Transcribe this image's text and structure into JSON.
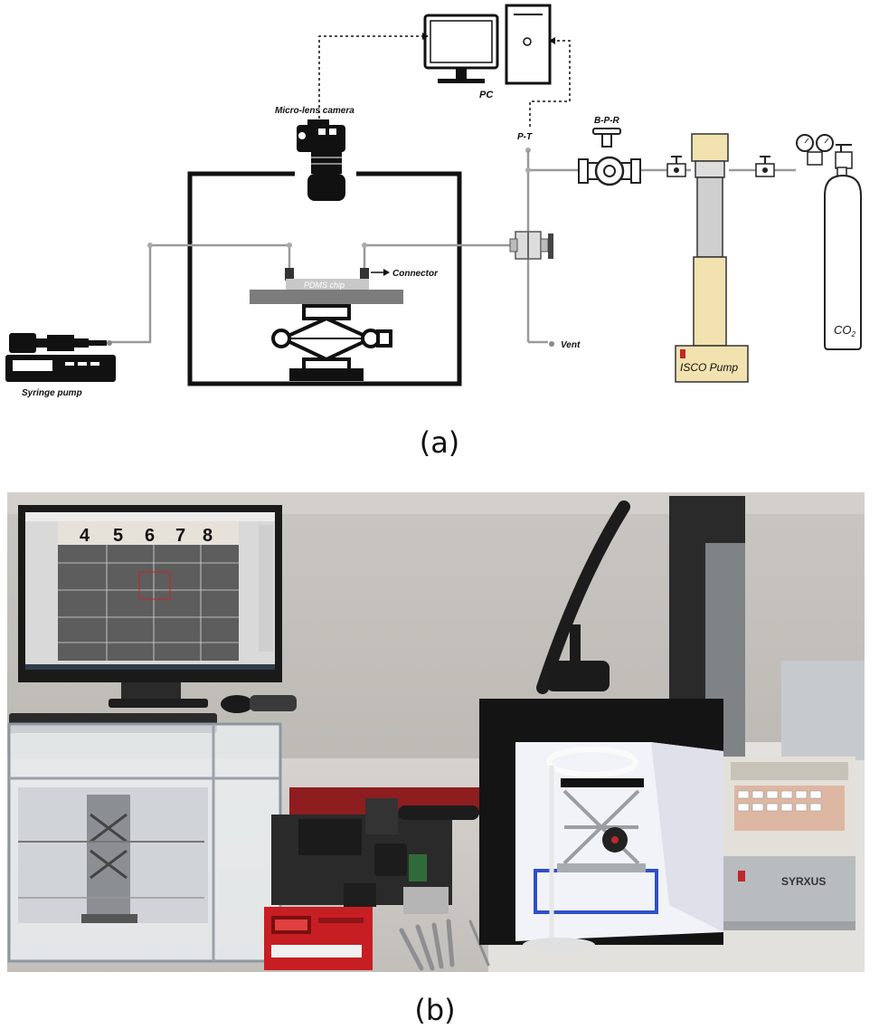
{
  "panel_a": {
    "labels": {
      "pc": "PC",
      "camera": "Micro-lens camera",
      "pt": "P-T",
      "bpr": "B-P-R",
      "connector": "Connector",
      "chip": "PDMS chip",
      "vent": "Vent",
      "syringe": "Syringe pump",
      "isco": "ISCO Pump",
      "co2_base": "CO",
      "co2_sub": "2"
    },
    "caption": "(a)"
  },
  "panel_b": {
    "monitor_ruler": [
      "4",
      "5",
      "6",
      "7",
      "8"
    ],
    "instrument_brand": "SYRXUS",
    "caption": "(b)"
  },
  "colors": {
    "line": "#999999",
    "dark": "#222222",
    "pump_fill": "#f1e2b0",
    "indicator": "#c0282a"
  }
}
